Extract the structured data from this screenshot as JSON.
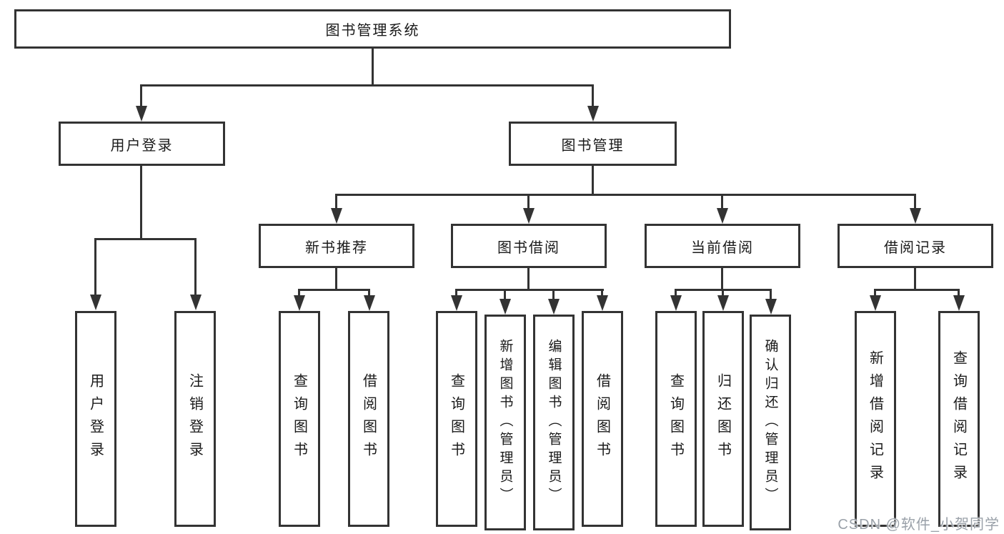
{
  "title": "图书管理系统",
  "level1": {
    "user_login": "用户登录",
    "book_mgmt": "图书管理"
  },
  "level2": {
    "new_books": "新书推荐",
    "book_borrow": "图书借阅",
    "current_borrow": "当前借阅",
    "borrow_records": "借阅记录"
  },
  "leaves": {
    "user_login": [
      "用户登录",
      "注销登录"
    ],
    "new_books": [
      "查询图书",
      "借阅图书"
    ],
    "book_borrow": [
      "查询图书",
      "新增图书（管理员）",
      "编辑图书（管理员）",
      "借阅图书"
    ],
    "current_borrow": [
      "查询图书",
      "归还图书",
      "确认归还（管理员）"
    ],
    "borrow_records": [
      "新增借阅记录",
      "查询借阅记录"
    ]
  },
  "watermark": "CSDN @软件_小贺同学",
  "colors": {
    "line": "#333333",
    "text": "#1a1a1a",
    "watermark": "#9aa1a9",
    "background": "#ffffff"
  }
}
